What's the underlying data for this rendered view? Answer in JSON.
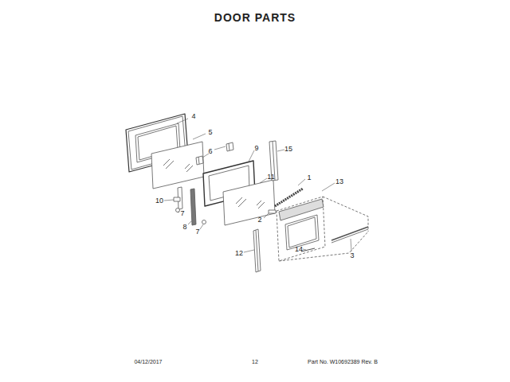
{
  "diagram": {
    "title": "DOOR PARTS",
    "labels": [
      "4",
      "5",
      "6",
      "9",
      "15",
      "1",
      "13",
      "11",
      "10",
      "7",
      "8",
      "7",
      "2",
      "12",
      "14",
      "3",
      "04/12/2017",
      "12",
      "Part No. W10692389 Rev. B"
    ]
  }
}
